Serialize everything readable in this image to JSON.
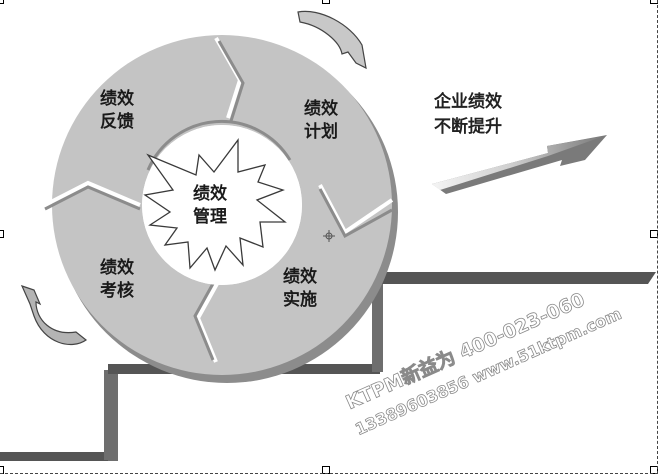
{
  "diagram": {
    "center": {
      "line1": "绩效",
      "line2": "管理"
    },
    "segments": [
      {
        "id": "feedback",
        "line1": "绩效",
        "line2": "反馈"
      },
      {
        "id": "plan",
        "line1": "绩效",
        "line2": "计划"
      },
      {
        "id": "implement",
        "line1": "绩效",
        "line2": "实施"
      },
      {
        "id": "assess",
        "line1": "绩效",
        "line2": "考核"
      }
    ],
    "goal": {
      "line1": "企业绩效",
      "line2": "不断提升"
    },
    "colors": {
      "ring": "#c4c4c4",
      "ring_shadow": "#8c8c8c",
      "stairs": "#555555",
      "stairs_side": "#777777",
      "arrow_light": "#f0f0f0",
      "arrow_dark": "#7a7a7a"
    }
  },
  "watermark": {
    "line1": "KTPM新益为  400-023-060",
    "line2": "13389603856  www.51ktpm.com"
  }
}
